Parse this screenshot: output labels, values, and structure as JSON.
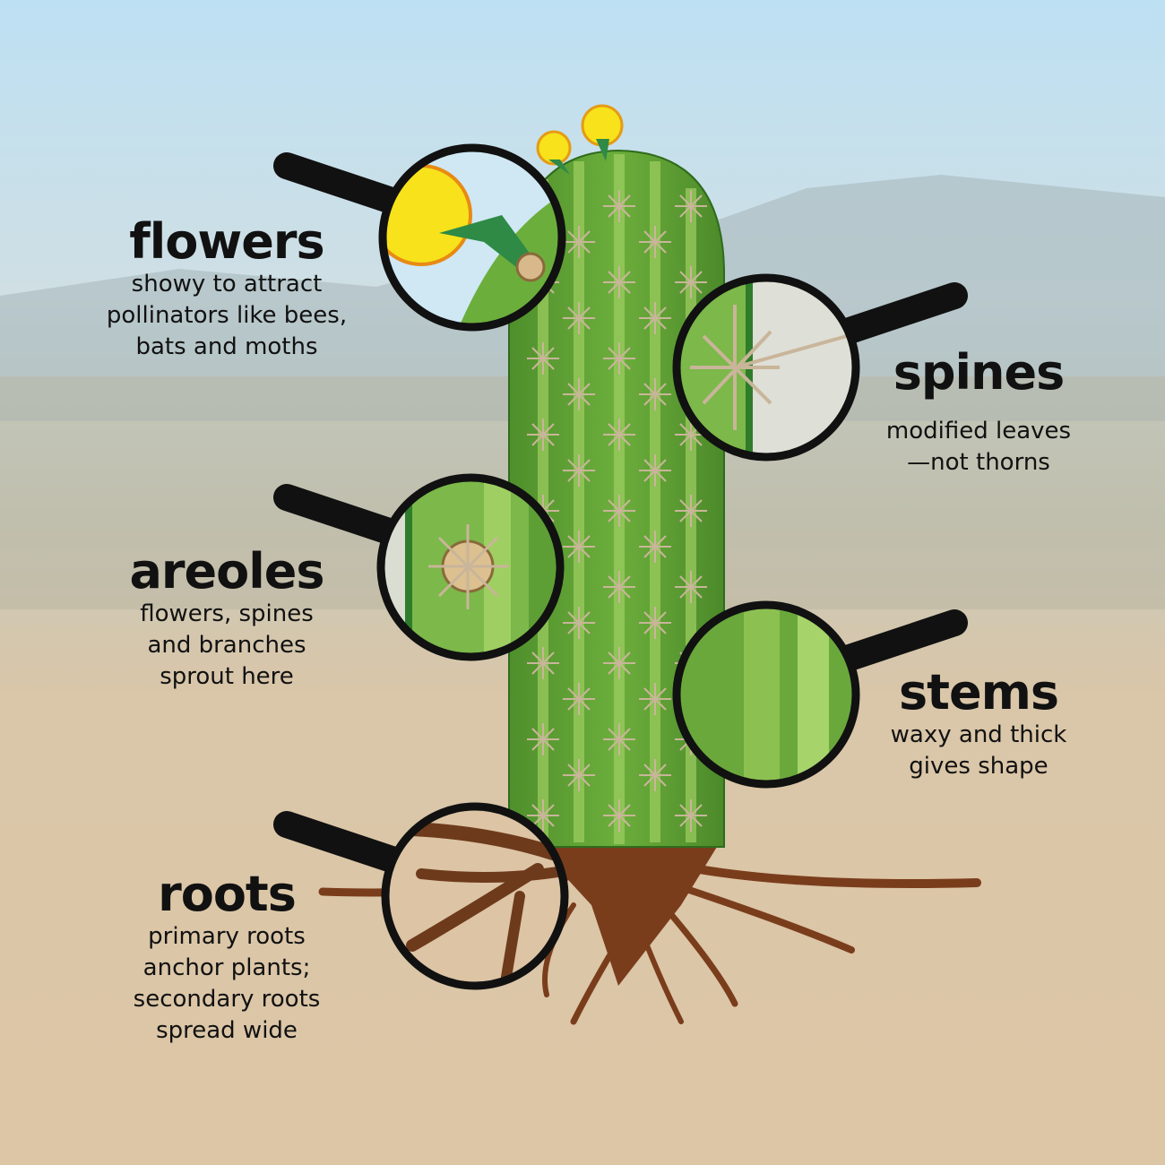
{
  "labels": {
    "flowers": {
      "title": "flowers",
      "lines": [
        "showy to attract",
        "pollinators like bees,",
        "bats and moths"
      ]
    },
    "spines": {
      "title": "spines",
      "lines": [
        "modified leaves",
        "—not thorns"
      ]
    },
    "areoles": {
      "title": "areoles",
      "lines": [
        "flowers, spines",
        "and branches",
        "sprout here"
      ]
    },
    "stems": {
      "title": "stems",
      "lines": [
        "waxy and thick",
        "gives shape"
      ]
    },
    "roots": {
      "title": "roots",
      "lines": [
        "primary roots",
        "anchor plants;",
        "secondary roots",
        "spread wide"
      ]
    }
  },
  "colors": {
    "cactus": "#5e9f35",
    "cactus_light": "#8cc152",
    "root": "#7a3d1c",
    "flower": "#f7e21b",
    "ink": "#111111"
  }
}
